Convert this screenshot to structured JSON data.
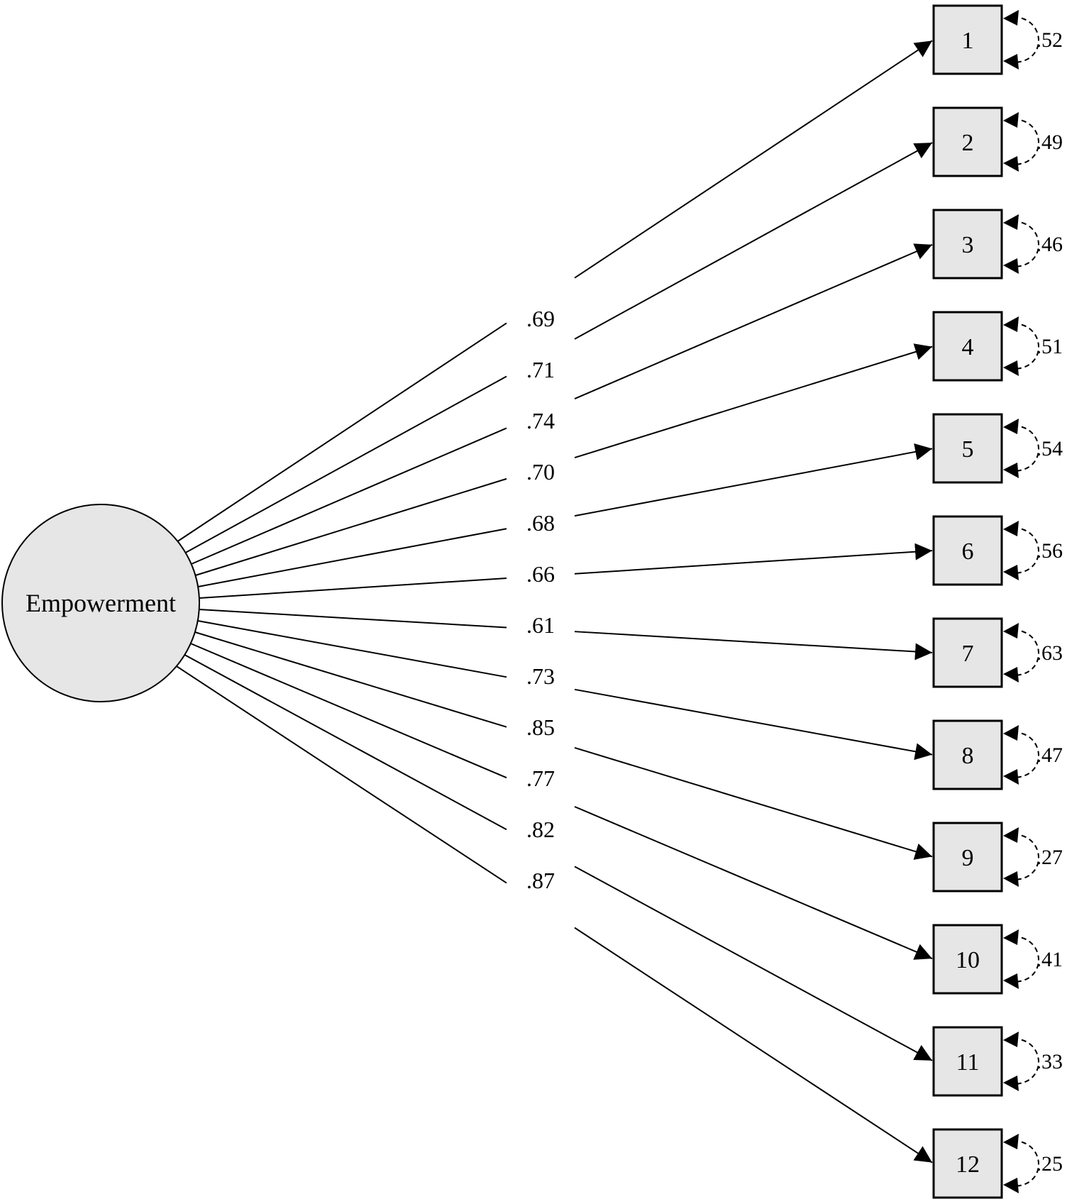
{
  "latent": {
    "label": "Empowerment"
  },
  "indicators": [
    {
      "label": "1",
      "loading": ".69",
      "error_variance": ".52"
    },
    {
      "label": "2",
      "loading": ".71",
      "error_variance": ".49"
    },
    {
      "label": "3",
      "loading": ".74",
      "error_variance": ".46"
    },
    {
      "label": "4",
      "loading": ".70",
      "error_variance": ".51"
    },
    {
      "label": "5",
      "loading": ".68",
      "error_variance": ".54"
    },
    {
      "label": "6",
      "loading": ".66",
      "error_variance": ".56"
    },
    {
      "label": "7",
      "loading": ".61",
      "error_variance": ".63"
    },
    {
      "label": "8",
      "loading": ".73",
      "error_variance": ".47"
    },
    {
      "label": "9",
      "loading": ".85",
      "error_variance": ".27"
    },
    {
      "label": "10",
      "loading": ".77",
      "error_variance": ".41"
    },
    {
      "label": "11",
      "loading": ".82",
      "error_variance": ".33"
    },
    {
      "label": "12",
      "loading": ".87",
      "error_variance": ".25"
    }
  ],
  "colors": {
    "node_fill": "#e6e6e6",
    "stroke": "#000000",
    "background": "#ffffff"
  }
}
